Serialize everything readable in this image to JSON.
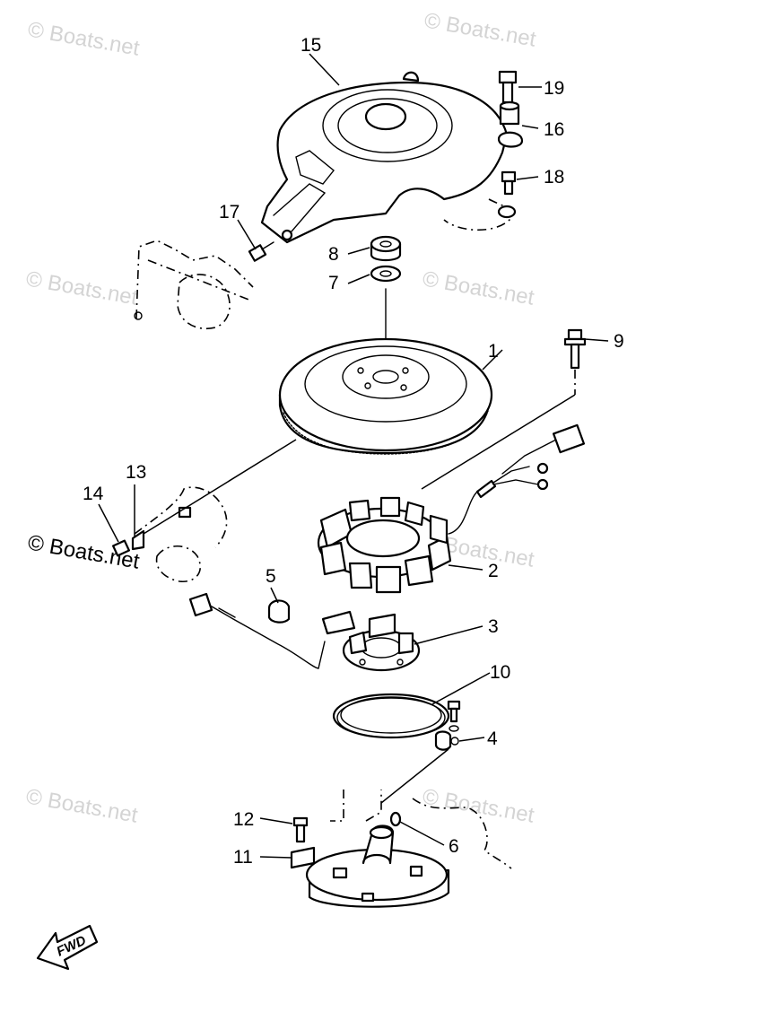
{
  "diagram": {
    "callouts": [
      "1",
      "2",
      "3",
      "4",
      "5",
      "6",
      "7",
      "8",
      "9",
      "10",
      "11",
      "12",
      "13",
      "14",
      "15",
      "16",
      "17",
      "18",
      "19"
    ],
    "direction_label": "FWD",
    "watermarks": [
      "© Boats.net",
      "© Boats.net",
      "© Boats.net",
      "© Boats.net",
      "© Boats.net",
      "© Boats.net",
      "© Boats.net",
      "© Boats.net"
    ]
  }
}
